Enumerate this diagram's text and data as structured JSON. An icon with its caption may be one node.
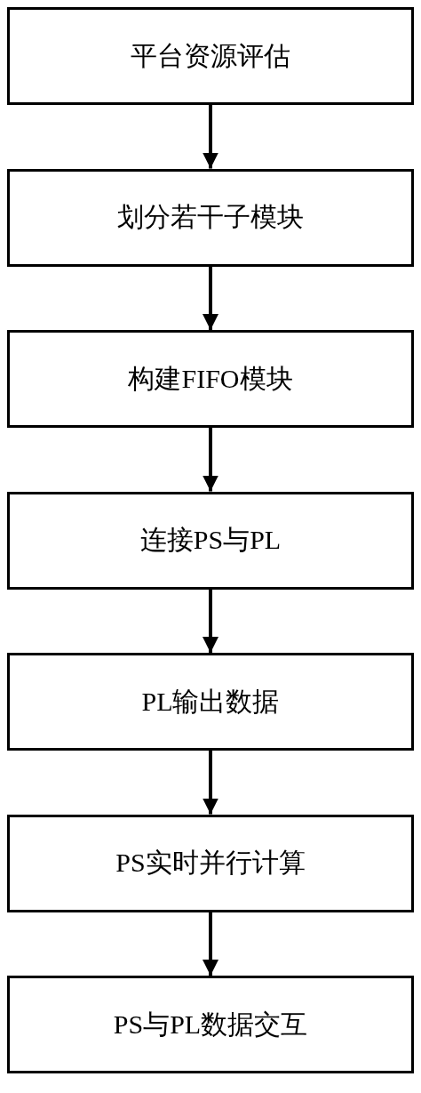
{
  "diagram": {
    "nodes": [
      {
        "text": [
          "平台资源评估"
        ]
      },
      {
        "text": [
          "划分若干子模块"
        ]
      },
      {
        "text": [
          "构建FIFO模块"
        ]
      },
      {
        "text": [
          "连接PS与PL"
        ]
      },
      {
        "text": [
          "PL输出数据"
        ]
      },
      {
        "text": [
          "PS实时并行计算"
        ]
      },
      {
        "text": [
          "PS与PL数据交互"
        ]
      }
    ],
    "edges": [
      {
        "from": 0,
        "to": 1,
        "arrow": "to"
      },
      {
        "from": 1,
        "to": 2,
        "arrow": "to"
      },
      {
        "from": 2,
        "to": 3,
        "arrow": "to"
      },
      {
        "from": 3,
        "to": 4,
        "arrow": "to"
      },
      {
        "from": 4,
        "to": 5,
        "arrow": "to"
      },
      {
        "from": 5,
        "to": 6,
        "arrow": "to"
      }
    ]
  }
}
